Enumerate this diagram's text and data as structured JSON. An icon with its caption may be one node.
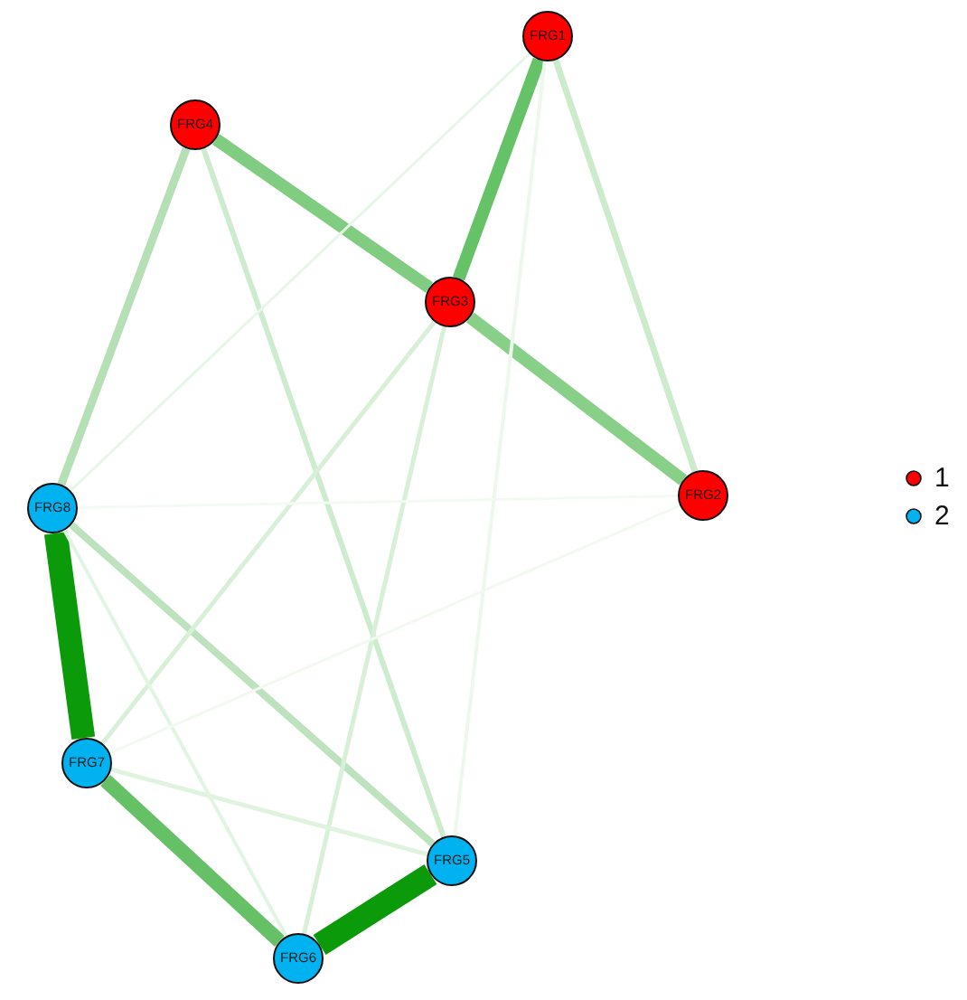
{
  "diagram": {
    "nodes": [
      {
        "text": [
          "FRG1"
        ]
      },
      {
        "text": [
          "FRG4"
        ]
      },
      {
        "text": [
          "FRG3"
        ]
      },
      {
        "text": [
          "FRG2"
        ]
      },
      {
        "text": [
          "FRG8"
        ]
      },
      {
        "text": [
          "FRG7"
        ]
      },
      {
        "text": [
          "FRG5"
        ]
      },
      {
        "text": [
          "FRG6"
        ]
      }
    ],
    "edges": [
      {
        "from": 4,
        "to": 5,
        "arrow": "none",
        "style": "thick",
        "color": "#0a9a0a"
      },
      {
        "from": 7,
        "to": 6,
        "arrow": "none",
        "style": "thick",
        "color": "#0a9a0a"
      },
      {
        "from": 0,
        "to": 2,
        "arrow": "none",
        "style": "thick",
        "color": "#66c266"
      },
      {
        "from": 5,
        "to": 7,
        "arrow": "none",
        "style": "thick",
        "color": "#66c066"
      },
      {
        "from": 1,
        "to": 2,
        "arrow": "none",
        "style": "thick",
        "color": "#80cc80"
      },
      {
        "from": 2,
        "to": 3,
        "arrow": "none",
        "style": "thick",
        "color": "#88cf88"
      },
      {
        "from": 1,
        "to": 4,
        "arrow": "none",
        "color": "#b5e0b5"
      },
      {
        "from": 4,
        "to": 6,
        "arrow": "none",
        "color": "#bde2bd"
      },
      {
        "from": 0,
        "to": 3,
        "arrow": "none",
        "color": "#cbebcb"
      },
      {
        "from": 1,
        "to": 6,
        "arrow": "none",
        "color": "#cdeccd"
      },
      {
        "from": 5,
        "to": 2,
        "arrow": "none",
        "color": "#d8f0d8"
      },
      {
        "from": 2,
        "to": 7,
        "arrow": "none",
        "color": "#d8f0d8"
      },
      {
        "from": 5,
        "to": 6,
        "arrow": "none",
        "color": "#dff3df"
      },
      {
        "from": 4,
        "to": 7,
        "arrow": "none",
        "color": "#e2f4e2"
      },
      {
        "from": 0,
        "to": 4,
        "arrow": "none",
        "color": "#e8f6e8"
      },
      {
        "from": 0,
        "to": 6,
        "arrow": "none",
        "color": "#edf8ed"
      },
      {
        "from": 4,
        "to": 3,
        "arrow": "none",
        "color": "#f3faf3"
      },
      {
        "from": 3,
        "to": 5,
        "arrow": "none",
        "color": "#f1f9f1"
      }
    ],
    "legend": [
      {
        "text": "1",
        "color": "#ff0000"
      },
      {
        "text": "2",
        "color": "#00b2f0"
      }
    ]
  }
}
